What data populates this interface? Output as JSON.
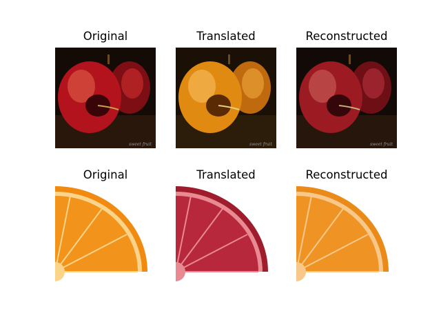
{
  "rows": [
    {
      "panels": [
        {
          "title": "Original",
          "icon": "red-apples-image",
          "colors": {
            "main": "#b3131c",
            "dark": "#3a0508",
            "bg": "#1a0e08"
          }
        },
        {
          "title": "Translated",
          "icon": "orange-apples-image",
          "colors": {
            "main": "#e08a12",
            "dark": "#5a2a05",
            "bg": "#1d1206"
          }
        },
        {
          "title": "Reconstructed",
          "icon": "red-apples-reconstructed-image",
          "colors": {
            "main": "#9c1a22",
            "dark": "#35070b",
            "bg": "#160c08"
          }
        }
      ]
    },
    {
      "panels": [
        {
          "title": "Original",
          "icon": "orange-slice-image",
          "colors": {
            "rind": "#f08a10",
            "flesh": "#f2941c",
            "pith": "#fbd48a"
          }
        },
        {
          "title": "Translated",
          "icon": "grapefruit-slice-image",
          "colors": {
            "rind": "#9e1c2c",
            "flesh": "#b8283c",
            "pith": "#e98a92"
          }
        },
        {
          "title": "Reconstructed",
          "icon": "orange-slice-reconstructed-image",
          "colors": {
            "rind": "#ea8a18",
            "flesh": "#ef9424",
            "pith": "#f7c88a"
          }
        }
      ]
    }
  ]
}
